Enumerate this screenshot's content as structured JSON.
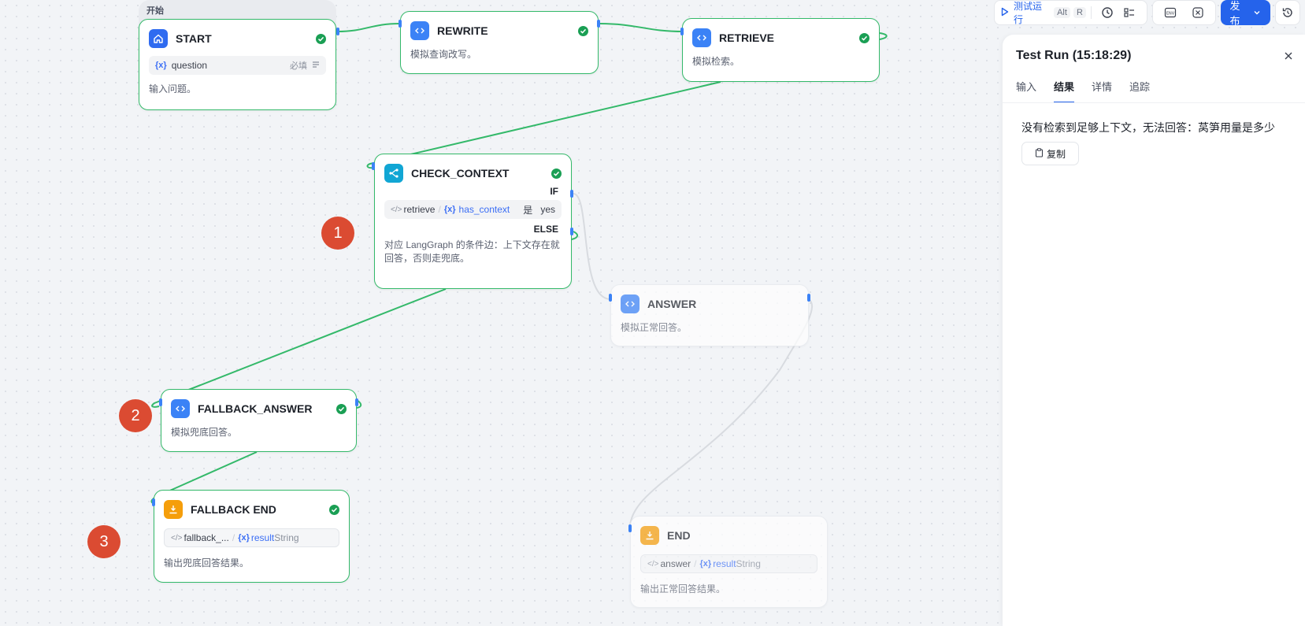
{
  "colors": {
    "edge": "#34b96a",
    "edge_inactive": "#d8dbe0",
    "node_border": "#34b96a",
    "code_icon": "#3b82f6",
    "start_icon": "#2f6bf0",
    "condition_icon": "#11a6d4",
    "end_icon": "#f59e0b",
    "marker": "#db4b32",
    "publish": "#2563eb"
  },
  "canvas": {
    "start_group_label": "开始",
    "nodes": {
      "start": {
        "title": "START",
        "icon": "home-icon",
        "param": {
          "var_badge": "{x}",
          "name": "question",
          "required": "必填"
        },
        "desc": "输入问题。"
      },
      "rewrite": {
        "title": "REWRITE",
        "icon": "code-icon",
        "desc": "模拟查询改写。"
      },
      "retrieve": {
        "title": "RETRIEVE",
        "icon": "code-icon",
        "desc": "模拟检索。"
      },
      "check_context": {
        "title": "CHECK_CONTEXT",
        "icon": "branch-icon",
        "if_label": "IF",
        "else_label": "ELSE",
        "condition": {
          "source": "retrieve",
          "var_badge": "{x}",
          "var": "has_context",
          "op": "是",
          "value": "yes"
        },
        "desc": "对应 LangGraph 的条件边：上下文存在就回答，否则走兜底。"
      },
      "answer": {
        "title": "ANSWER",
        "icon": "code-icon",
        "desc": "模拟正常回答。"
      },
      "fallback_answer": {
        "title": "FALLBACK_ANSWER",
        "icon": "code-icon",
        "desc": "模拟兜底回答。"
      },
      "fallback_end": {
        "title": "FALLBACK END",
        "icon": "end-icon",
        "output": {
          "source": "fallback_...",
          "var_badge": "{x}",
          "var": "result",
          "type": "String"
        },
        "desc": "输出兜底回答结果。"
      },
      "end": {
        "title": "END",
        "icon": "end-icon",
        "output": {
          "source": "answer",
          "var_badge": "{x}",
          "var": "result",
          "type": "String"
        },
        "desc": "输出正常回答结果。"
      }
    },
    "markers": [
      "1",
      "2",
      "3"
    ]
  },
  "toolbar": {
    "run_label": "测试运行",
    "shortcut_alt": "Alt",
    "shortcut_key": "R",
    "publish_label": "发布",
    "icons": [
      "play-icon",
      "history-clock-icon",
      "checklist-icon",
      "env-icon",
      "variable-icon",
      "restore-icon"
    ]
  },
  "panel": {
    "title": "Test Run (15:18:29)",
    "tabs": [
      "输入",
      "结果",
      "详情",
      "追踪"
    ],
    "active_tab": "结果",
    "result_text": "没有检索到足够上下文，无法回答：莴笋用量是多少",
    "copy_label": "复制"
  }
}
